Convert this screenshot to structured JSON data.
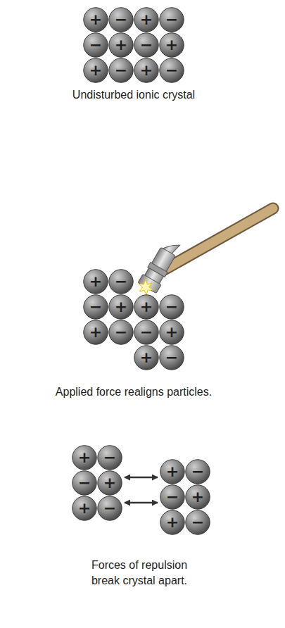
{
  "diagram": {
    "nodes": [
      {
        "text": [
          "+"
        ]
      },
      {
        "text": [
          "−"
        ]
      },
      {
        "text": [
          "+"
        ]
      },
      {
        "text": [
          "−"
        ]
      },
      {
        "text": [
          "−"
        ]
      },
      {
        "text": [
          "+"
        ]
      },
      {
        "text": [
          "−"
        ]
      },
      {
        "text": [
          "+"
        ]
      },
      {
        "text": [
          "+"
        ]
      },
      {
        "text": [
          "−"
        ]
      },
      {
        "text": [
          "+"
        ]
      },
      {
        "text": [
          "−"
        ]
      },
      {
        "text": [
          "+"
        ]
      },
      {
        "text": [
          "−"
        ]
      },
      {
        "text": [
          "−"
        ]
      },
      {
        "text": [
          "+"
        ]
      },
      {
        "text": [
          "+"
        ]
      },
      {
        "text": [
          "−"
        ]
      },
      {
        "text": [
          "+"
        ]
      },
      {
        "text": [
          "−"
        ]
      },
      {
        "text": [
          "−"
        ]
      },
      {
        "text": [
          "+"
        ]
      },
      {
        "text": [
          "+"
        ]
      },
      {
        "text": [
          "−"
        ]
      },
      {
        "text": [
          "+"
        ]
      },
      {
        "text": [
          "−"
        ]
      },
      {
        "text": [
          "−"
        ]
      },
      {
        "text": [
          "+"
        ]
      },
      {
        "text": [
          "+"
        ]
      },
      {
        "text": [
          "−"
        ]
      },
      {
        "text": [
          "+"
        ]
      },
      {
        "text": [
          "−"
        ]
      },
      {
        "text": [
          "−"
        ]
      },
      {
        "text": [
          "+"
        ]
      },
      {
        "text": [
          "+"
        ]
      },
      {
        "text": [
          "−"
        ]
      }
    ],
    "edges": [
      {
        "from": 27,
        "to": 30,
        "arrow": "both"
      },
      {
        "from": 29,
        "to": 32,
        "arrow": "both"
      }
    ],
    "labels": [
      "Undisturbed ionic crystal",
      "Applied force realigns particles.",
      "Forces of repulsion break crystal apart."
    ]
  }
}
